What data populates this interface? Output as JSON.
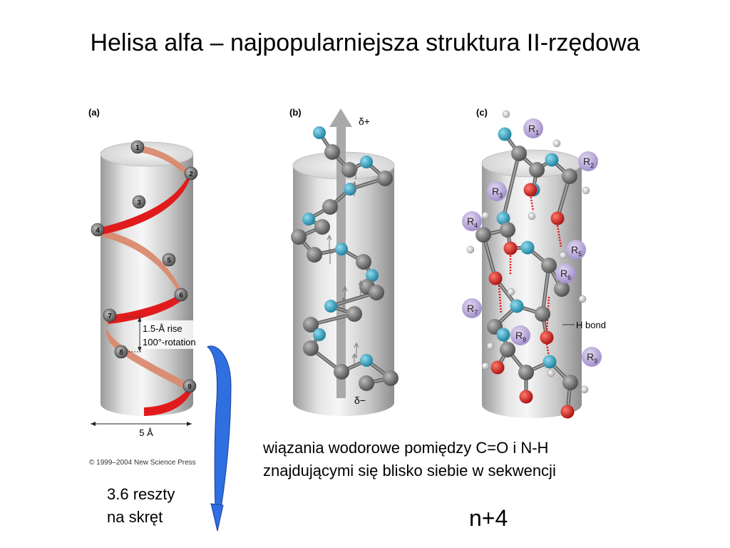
{
  "title": "Helisa alfa – najpopularniejsza struktura II-rzędowa",
  "panels": {
    "a": {
      "label": "(a)",
      "residues": [
        "1",
        "2",
        "3",
        "4",
        "5",
        "6",
        "7",
        "8",
        "9"
      ],
      "rise_label": "1.5-Å rise",
      "rotation_label": "100°-rotation",
      "diameter_label": "5 Å",
      "copyright": "© 1999–2004 New Science Press"
    },
    "b": {
      "label": "(b)",
      "dipole_plus": "δ+",
      "dipole_minus": "δ−"
    },
    "c": {
      "label": "(c)",
      "r_groups": [
        {
          "base": "R",
          "sub": "1"
        },
        {
          "base": "R",
          "sub": "2"
        },
        {
          "base": "R",
          "sub": "3"
        },
        {
          "base": "R",
          "sub": "4"
        },
        {
          "base": "R",
          "sub": "5"
        },
        {
          "base": "R",
          "sub": "6"
        },
        {
          "base": "R",
          "sub": "7"
        },
        {
          "base": "R",
          "sub": "8"
        },
        {
          "base": "R",
          "sub": "9"
        }
      ],
      "hbond_label": "H bond"
    }
  },
  "captions": {
    "turn_line1": "3.6 reszty",
    "turn_line2": "na skręt",
    "hbond_line1": "wiązania wodorowe pomiędzy C=O i N-H",
    "hbond_line2": "znajdującymi się blisko siebie w sekwencji",
    "n_plus_4": "n+4"
  },
  "colors": {
    "ribbon_front": "#e11b1b",
    "ribbon_back": "#d98a6e",
    "carbon": "#6b6b6b",
    "nitrogen": "#27a3c4",
    "oxygen": "#d61a1a",
    "hydrogen": "#f2f2f2",
    "r_group": "#b9a7db",
    "arrow_blue": "#2f6fe0"
  }
}
